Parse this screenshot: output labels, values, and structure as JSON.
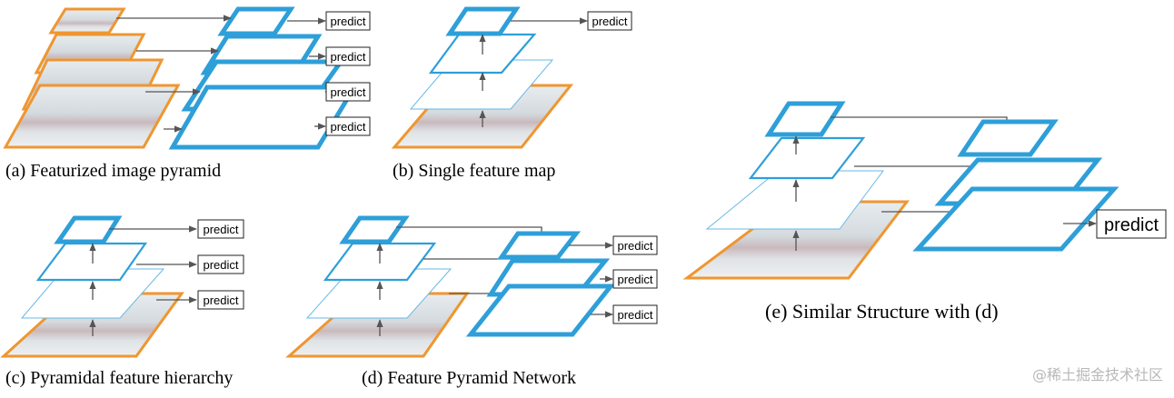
{
  "panels": {
    "a": {
      "caption": "(a) Featurized image pyramid",
      "predict": [
        "predict",
        "predict",
        "predict",
        "predict"
      ]
    },
    "b": {
      "caption": "(b) Single feature map",
      "predict": [
        "predict"
      ]
    },
    "c": {
      "caption": "(c) Pyramidal feature hierarchy",
      "predict": [
        "predict",
        "predict",
        "predict"
      ]
    },
    "d": {
      "caption": "(d) Feature Pyramid Network",
      "predict": [
        "predict",
        "predict",
        "predict"
      ]
    },
    "e": {
      "caption": "(e) Similar  Structure with (d)",
      "predict": [
        "predict"
      ]
    }
  },
  "watermark": "@稀土掘金技术社区",
  "colors": {
    "feature_map": "#2e9fd8",
    "image_border": "#ef9630",
    "arrow": "#555555"
  }
}
